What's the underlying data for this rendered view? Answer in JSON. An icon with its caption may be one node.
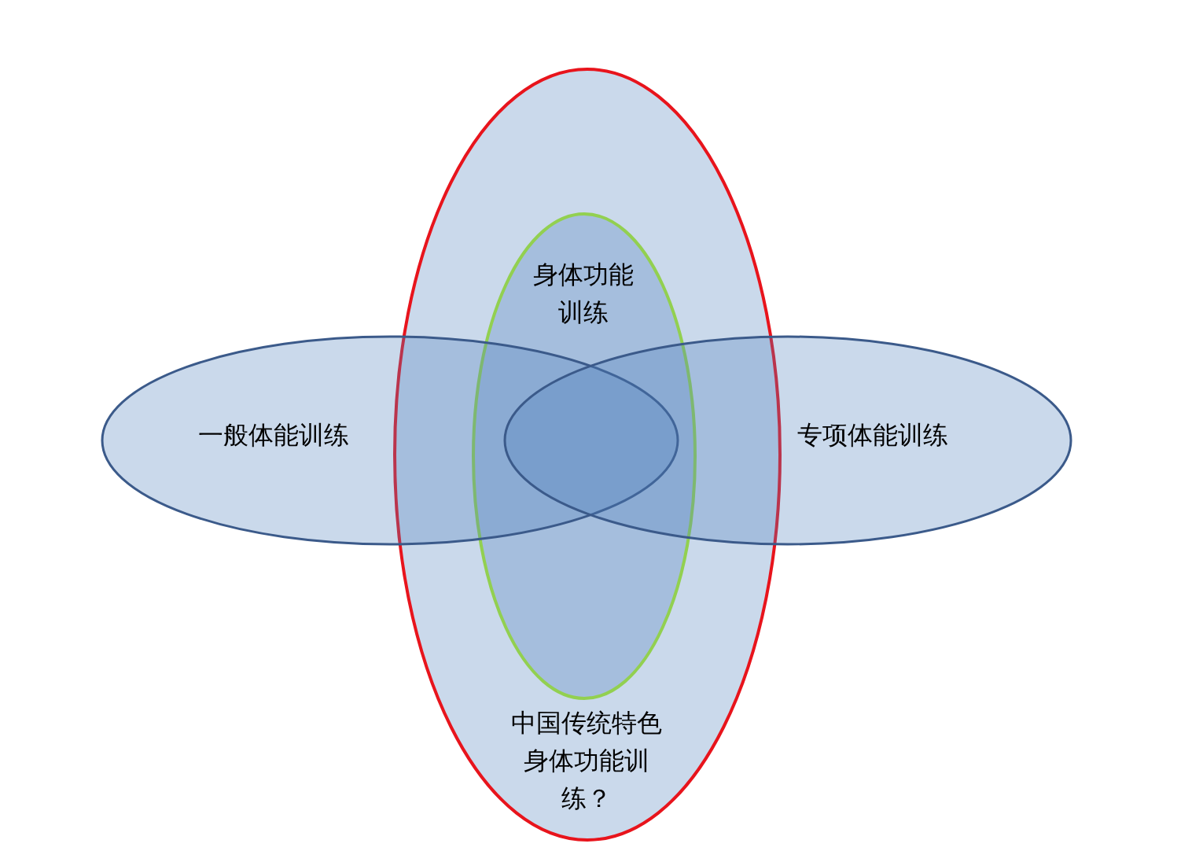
{
  "diagram": {
    "nodes": [
      {
        "text": [
          "中国传统特色身体功能训练？"
        ]
      },
      {
        "text": [
          "身体功能训练"
        ],
        "in": 0
      },
      {
        "text": [
          "一般体能训练"
        ]
      },
      {
        "text": [
          "专项体能训练"
        ]
      }
    ]
  }
}
